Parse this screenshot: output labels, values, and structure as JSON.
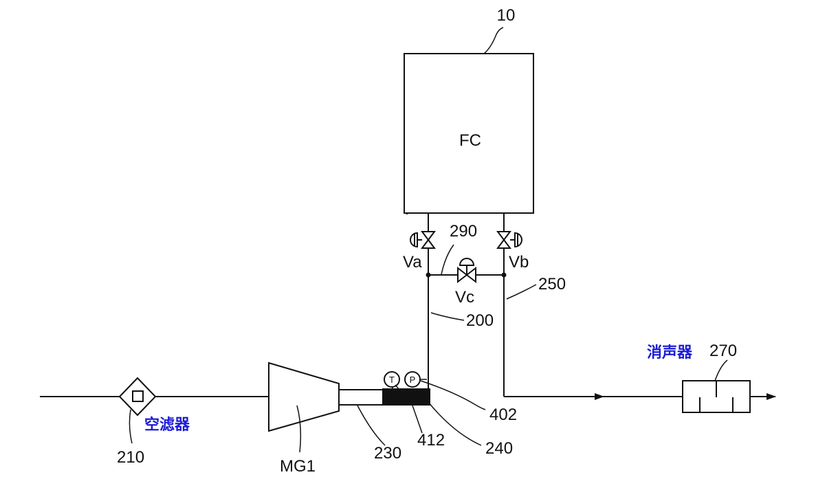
{
  "diagram": {
    "fuel_cell": {
      "ref": "10",
      "label": "FC"
    },
    "valves": {
      "va": "Va",
      "vb": "Vb",
      "vc": "Vc"
    },
    "refs": {
      "line_200": "200",
      "line_250": "250",
      "line_290": "290",
      "filter_210": "210",
      "pipe_230": "230",
      "pipe_240": "240",
      "muffler_270": "270",
      "sensor_402": "402",
      "sensor_412": "412"
    },
    "compressor": "MG1",
    "sensors": {
      "temperature": "T",
      "pressure": "P"
    },
    "air_filter_label": "空滤器",
    "muffler_label": "消声器",
    "annotation_color": "#1c1cd6"
  }
}
